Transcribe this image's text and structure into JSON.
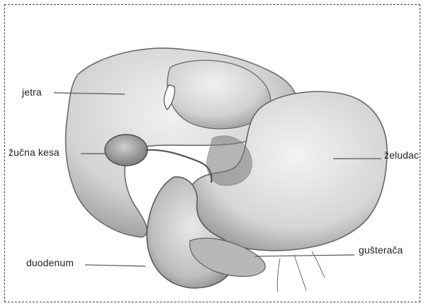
{
  "labels": {
    "liver": "jetra",
    "gallbladder": "žučna kesa",
    "stomach": "želudac",
    "duodenum": "duodenum",
    "pancreas": "gušterača"
  },
  "colors": {
    "frame": "#444444",
    "ink": "#222222",
    "organ_light": "#e6e6e6",
    "organ_mid": "#c9c9c9",
    "organ_dark": "#8a8a8a"
  }
}
